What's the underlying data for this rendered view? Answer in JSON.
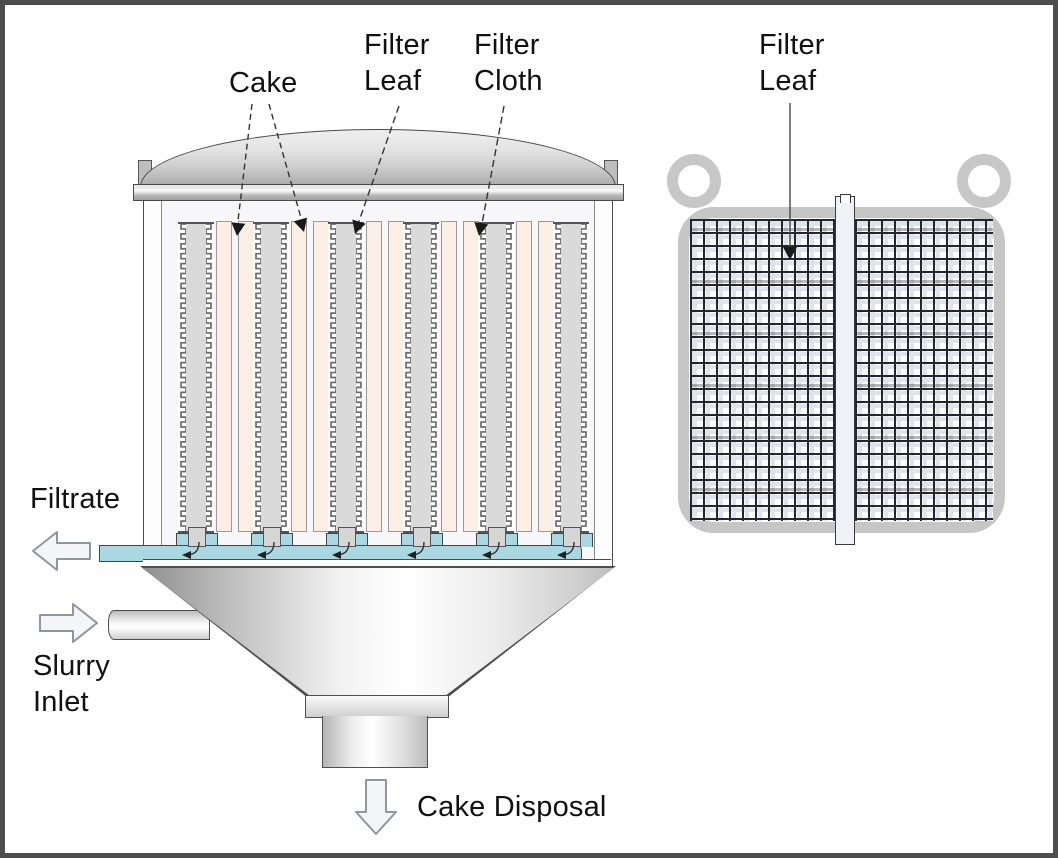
{
  "labels": {
    "cake": "Cake",
    "filter_leaf": {
      "line1": "Filter",
      "line2": "Leaf"
    },
    "filter_cloth": {
      "line1": "Filter",
      "line2": "Cloth"
    },
    "detail_filter_leaf": {
      "line1": "Filter",
      "line2": "Leaf"
    },
    "filtrate": "Filtrate",
    "slurry_inlet": {
      "line1": "Slurry",
      "line2": "Inlet"
    },
    "cake_disposal": "Cake Disposal"
  },
  "counts": {
    "filter_leaves_in_tank": 6
  },
  "colors": {
    "filtrate_channel_blue": "#a9d8e3",
    "cake_cream": "#fbeee3",
    "leaf_core_gray": "#dadada",
    "leaf_stub_gray": "#d6d6d6",
    "cloth_outline_gray": "#6b6b6b",
    "detail_frame_gray": "#c6c6c6",
    "diagram_outline": "#4a4a4a",
    "flow_arrow_fill": "#f3f5f8",
    "flow_arrow_stroke": "#8f969c"
  }
}
